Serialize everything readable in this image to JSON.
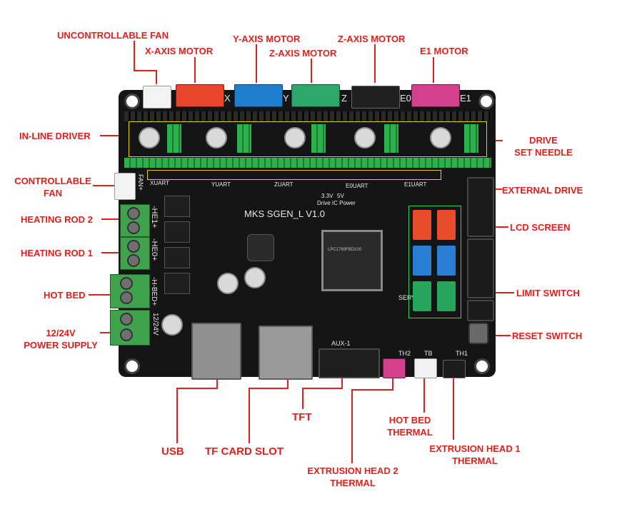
{
  "board_name": "MKS SGEN_L V1.0",
  "labels": {
    "uncontrollable_fan": "UNCONTROLLABLE FAN",
    "x_axis_motor": "X-AXIS MOTOR",
    "y_axis_motor": "Y-AXIS MOTOR",
    "z_axis_motor_1": "Z-AXIS MOTOR",
    "z_axis_motor_2": "Z-AXIS MOTOR",
    "e1_motor": "E1 MOTOR",
    "in_line_driver": "IN-LINE DRIVER",
    "drive_set_needle_1": "DRIVE",
    "drive_set_needle_2": "SET NEEDLE",
    "controllable_fan_1": "CONTROLLABLE",
    "controllable_fan_2": "FAN",
    "external_drive": "EXTERNAL DRIVE",
    "heating_rod_2": "HEATING ROD 2",
    "heating_rod_1": "HEATING ROD 1",
    "lcd_screen": "LCD SCREEN",
    "hot_bed": "HOT BED",
    "limit_switch": "LIMIT SWITCH",
    "power_supply_1": "12/24V",
    "power_supply_2": "POWER SUPPLY",
    "reset_switch": "RESET SWITCH",
    "tft": "TFT",
    "usb": "USB",
    "tf_card_slot": "TF CARD SLOT",
    "hot_bed_thermal_1": "HOT BED",
    "hot_bed_thermal_2": "THERMAL",
    "extrusion_head_1_thermal_1": "EXTRUSION HEAD 1",
    "extrusion_head_1_thermal_2": "THERMAL",
    "extrusion_head_2_thermal_1": "EXTRUSION HEAD 2",
    "extrusion_head_2_thermal_2": "THERMAL"
  },
  "silkscreen": {
    "fan": "FAN+",
    "he1": "-HE1+",
    "he0": "-HE0+",
    "bed": "-H-BED+",
    "power": "12/24V",
    "xuart": "XUART",
    "yuart": "YUART",
    "zuart": "ZUART",
    "e0uart": "E0UART",
    "e1uart": "E1UART",
    "v33": "3.3V",
    "v5": "5V",
    "drive_power": "Drive IC Power",
    "servo": "SERVO",
    "aux1": "AUX-1",
    "th2": "TH2",
    "tb": "TB",
    "th1": "TH1",
    "x": "X",
    "y": "Y",
    "z": "Z",
    "e0": "E0",
    "e1": "E1",
    "chip": "LPC1769FBD100"
  },
  "colors": {
    "label": "#e0201c",
    "board": "#151515",
    "motor_x": "#e8452b",
    "motor_y": "#1e7fd0",
    "motor_z": "#2ca86a",
    "motor_e0": "#202020",
    "motor_e1": "#d2408e",
    "endstop_red": "#e84c2a",
    "endstop_blue": "#2a7fd4",
    "endstop_green": "#27a55a"
  }
}
